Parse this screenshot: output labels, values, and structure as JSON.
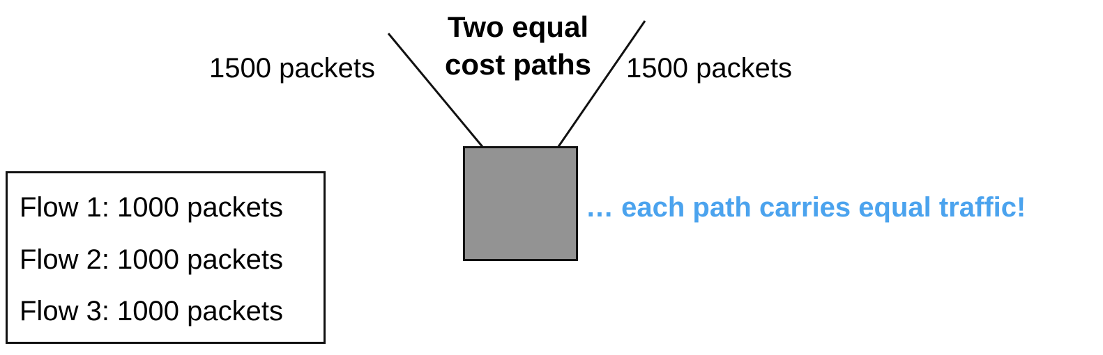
{
  "diagram": {
    "title": {
      "line1": "Two equal",
      "line2": "cost paths"
    },
    "left_path_label": "1500 packets",
    "right_path_label": "1500 packets",
    "callout": "… each path carries equal traffic!",
    "flows": [
      "Flow 1: 1000 packets",
      "Flow 2: 1000 packets",
      "Flow 3: 1000 packets"
    ]
  },
  "colors": {
    "switch_fill": "#939393",
    "callout_text": "#4ba3ee",
    "line": "#111111"
  },
  "icons": {
    "switch": "switch-box-icon"
  }
}
